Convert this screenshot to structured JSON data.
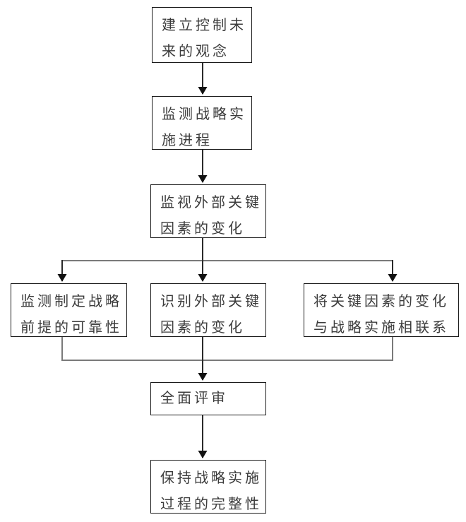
{
  "diagram": {
    "type": "flowchart",
    "direction": "top-down",
    "nodes": [
      {
        "id": "n1",
        "text": "建立控制未来的观念",
        "lines": [
          "建立控制未",
          "来的观念"
        ]
      },
      {
        "id": "n2",
        "text": "监测战略实施进程",
        "lines": [
          "监测战略实",
          "施进程"
        ]
      },
      {
        "id": "n3",
        "text": "监视外部关键因素的变化",
        "lines": [
          "监视外部关键",
          "因素的变化"
        ]
      },
      {
        "id": "n4",
        "text": "监测制定战略前提的可靠性",
        "lines": [
          "监测制定战略",
          "前提的可靠性"
        ]
      },
      {
        "id": "n5",
        "text": "识别外部关键因素的变化",
        "lines": [
          "识别外部关键",
          "因素的变化"
        ]
      },
      {
        "id": "n6",
        "text": "将关键因素的变化与战略实施相联系",
        "lines": [
          "将关键因素的变化",
          "与战略实施相联系"
        ]
      },
      {
        "id": "n7",
        "text": "全面评审",
        "lines": [
          "全面评审"
        ]
      },
      {
        "id": "n8",
        "text": "保持战略实施过程的完整性",
        "lines": [
          "保持战略实施",
          "过程的完整性"
        ]
      }
    ],
    "edges": [
      {
        "from": "n1",
        "to": "n2"
      },
      {
        "from": "n2",
        "to": "n3"
      },
      {
        "from": "n3",
        "to": "n4"
      },
      {
        "from": "n3",
        "to": "n5"
      },
      {
        "from": "n3",
        "to": "n6"
      },
      {
        "from": "n4",
        "to": "n7"
      },
      {
        "from": "n5",
        "to": "n7"
      },
      {
        "from": "n6",
        "to": "n7"
      },
      {
        "from": "n7",
        "to": "n8"
      }
    ],
    "colors": {
      "background": "#ffffff",
      "box_border": "#1a1a1a",
      "text": "#3c3c3c",
      "rail_gray": "#7a7a7a",
      "shaft_dark": "#2a2a2a",
      "arrowhead": "#111111"
    }
  }
}
